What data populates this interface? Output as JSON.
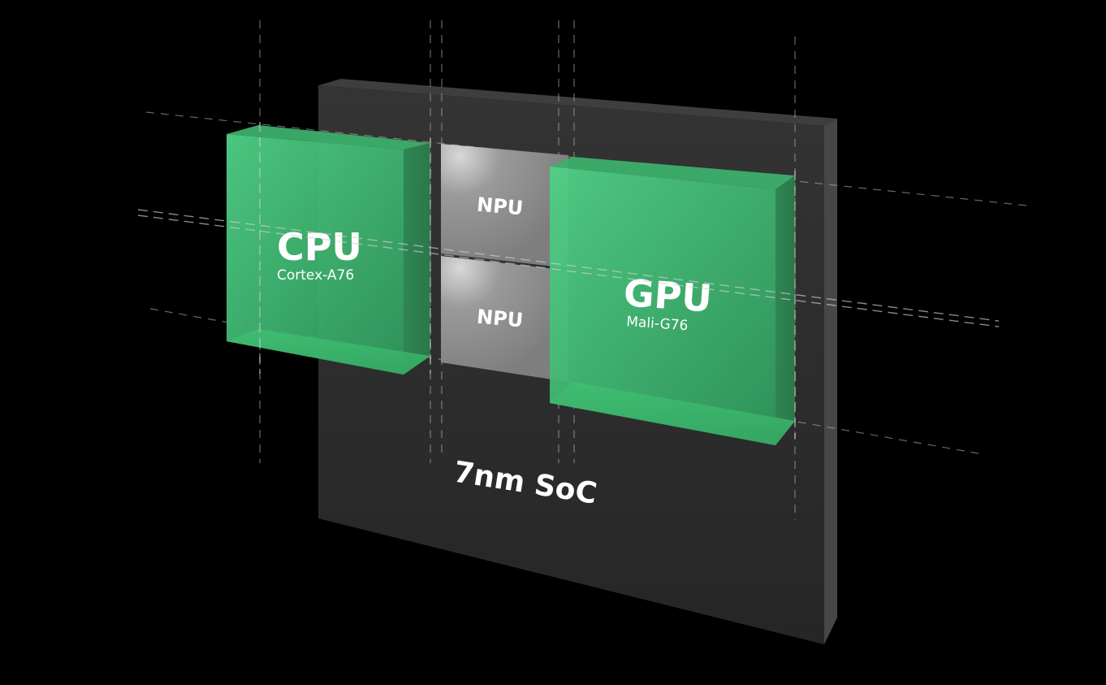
{
  "soc": {
    "label": "7nm SoC",
    "colors": {
      "front": "#2a2a2a",
      "top": "#3d3d3d",
      "side": "#444444"
    }
  },
  "cpu": {
    "title": "CPU",
    "subtitle": "Cortex-A76",
    "color": "#3cc474"
  },
  "gpu": {
    "title": "GPU",
    "subtitle": "Mali-G76",
    "color": "#3cc474"
  },
  "npu_top": {
    "label": "NPU",
    "color": "#8a8a8a"
  },
  "npu_bottom": {
    "label": "NPU",
    "color": "#8a8a8a"
  }
}
